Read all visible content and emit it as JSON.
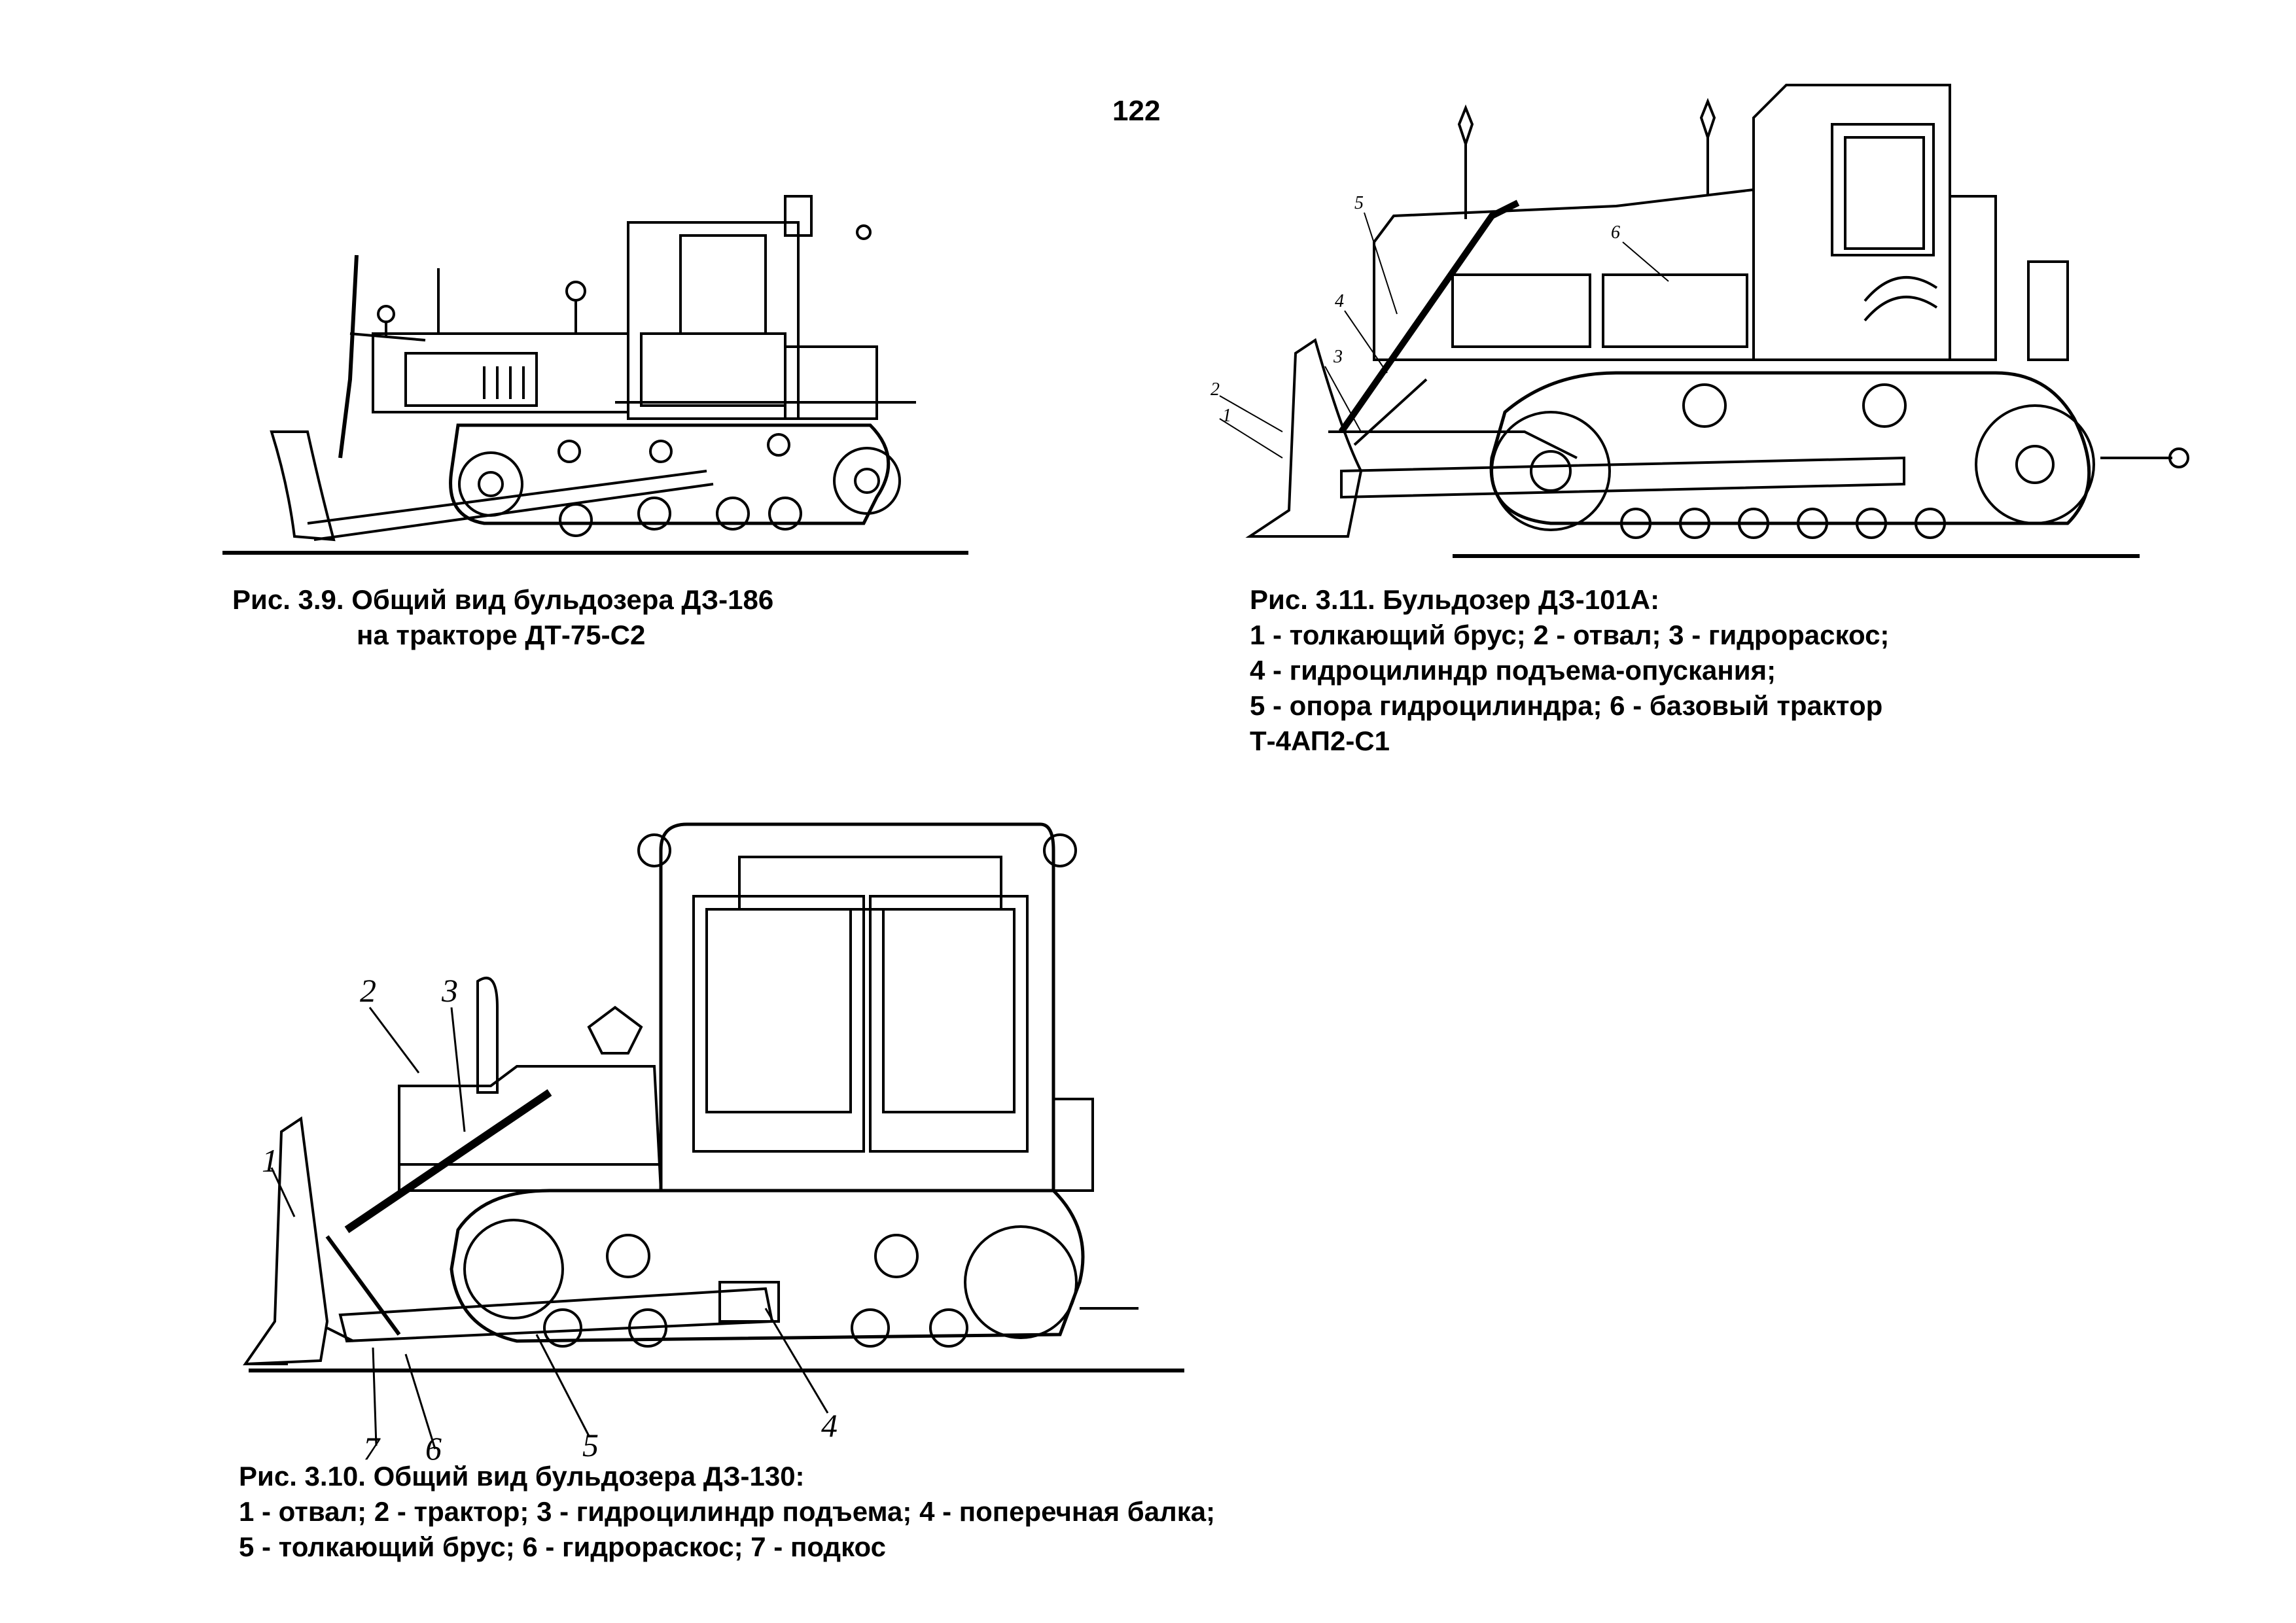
{
  "page_number": "122",
  "fig39": {
    "caption_line1": "Рис. 3.9. Общий вид бульдозера ДЗ-186",
    "caption_line2": "на тракторе ДТ-75-С2"
  },
  "fig311": {
    "caption_title": "Рис. 3.11. Бульдозер ДЗ-101А:",
    "caption_line1": "1 - толкающий брус; 2 - отвал; 3 - гидрораскос;",
    "caption_line2": "4 - гидроцилиндр подъема-опускания;",
    "caption_line3": "5 - опора гидроцилиндра; 6 - базовый трактор",
    "caption_line4": "Т-4АП2-С1",
    "labels": [
      "1",
      "2",
      "3",
      "4",
      "5",
      "6"
    ]
  },
  "fig310": {
    "caption_title": "Рис. 3.10. Общий вид бульдозера ДЗ-130:",
    "caption_line1": "1 - отвал; 2 - трактор; 3 - гидроцилиндр подъема; 4 - поперечная балка;",
    "caption_line2": "5 - толкающий брус; 6 - гидрораскос; 7 - подкос",
    "labels": [
      "1",
      "2",
      "3",
      "4",
      "5",
      "6",
      "7"
    ]
  }
}
